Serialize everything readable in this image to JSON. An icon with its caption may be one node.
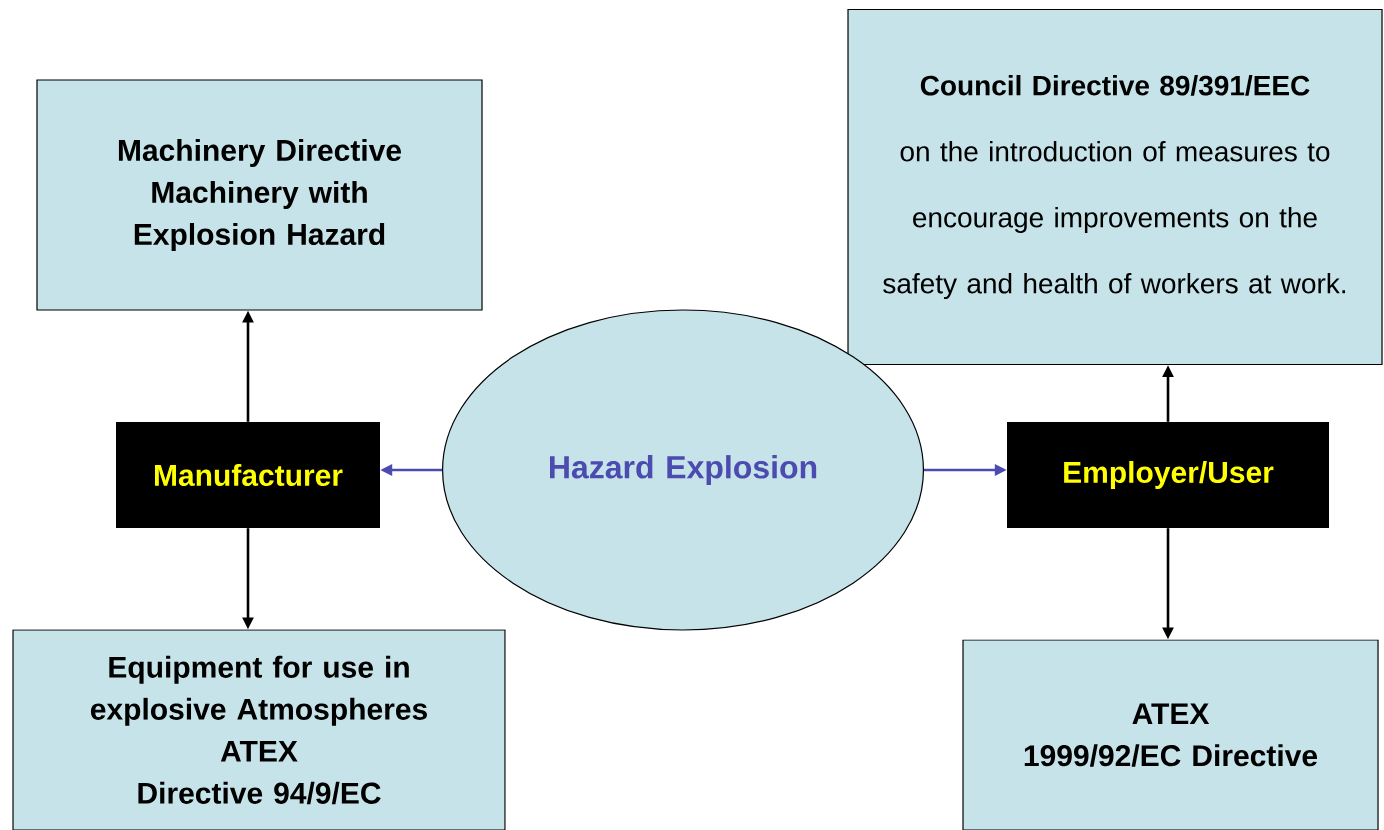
{
  "diagram": {
    "nodes": [
      {
        "text": [
          "Machinery Directive",
          "Machinery with Explosion Hazard"
        ]
      },
      {
        "text": [
          "Council Directive 89/391/EEC",
          "on the introduction of measures to encourage improvements on the safety and health of workers at work."
        ]
      },
      {
        "text": [
          "Manufacturer"
        ]
      },
      {
        "text": [
          "Hazard Explosion"
        ]
      },
      {
        "text": [
          "Employer/User"
        ]
      },
      {
        "text": [
          "Equipment for use in explosive Atmospheres",
          "ATEX",
          "Directive 94/9/EC"
        ]
      },
      {
        "text": [
          "ATEX",
          "1999/92/EC Directive"
        ]
      }
    ],
    "edges": [
      {
        "from": 2,
        "to": 0,
        "arrow": "to"
      },
      {
        "from": 2,
        "to": 5,
        "arrow": "to"
      },
      {
        "from": 3,
        "to": 2,
        "arrow": "to",
        "color": "#4b4bb0"
      },
      {
        "from": 3,
        "to": 4,
        "arrow": "to",
        "color": "#4b4bb0"
      },
      {
        "from": 4,
        "to": 1,
        "arrow": "to"
      },
      {
        "from": 4,
        "to": 6,
        "arrow": "to"
      }
    ]
  }
}
